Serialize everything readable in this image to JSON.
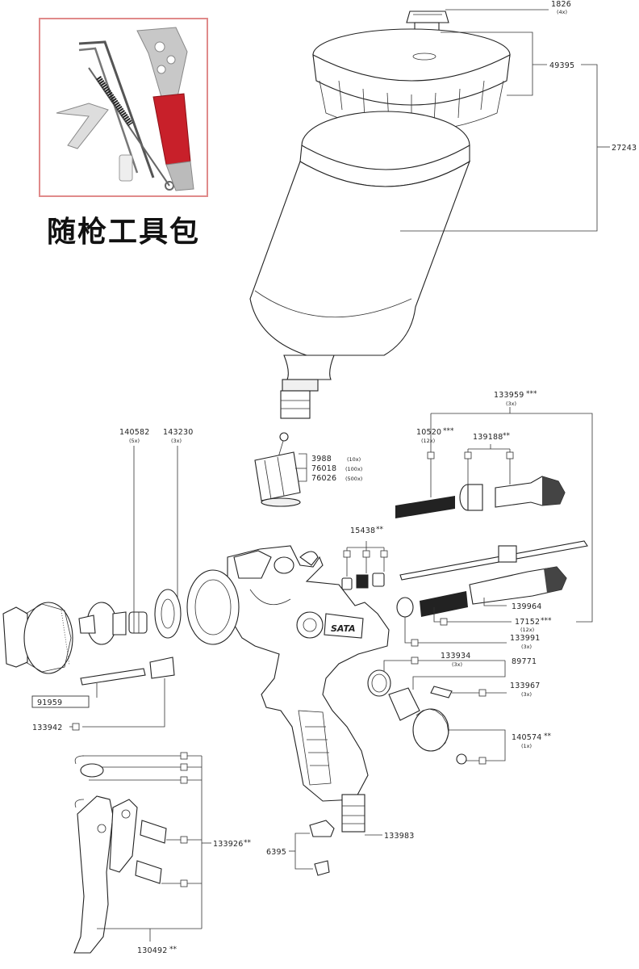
{
  "toolkit": {
    "label": "随枪工具包"
  },
  "parts": {
    "p1826": {
      "num": "1826",
      "qty": "(4x)"
    },
    "p49395": {
      "num": "49395"
    },
    "p27243": {
      "num": "27243"
    },
    "p133959": {
      "num": "133959",
      "stars": "***",
      "qty": "(3x)"
    },
    "p10520": {
      "num": "10520",
      "stars": "***",
      "qty": "(12x)"
    },
    "p139188": {
      "num": "139188",
      "stars": "**"
    },
    "p140582": {
      "num": "140582",
      "qty": "(5x)"
    },
    "p143230": {
      "num": "143230",
      "qty": "(3x)"
    },
    "p3988": {
      "num": "3988",
      "qty": "(10x)"
    },
    "p76018": {
      "num": "76018",
      "qty": "(100x)"
    },
    "p76026": {
      "num": "76026",
      "qty": "(500x)"
    },
    "p15438": {
      "num": "15438",
      "stars": "**"
    },
    "p139964": {
      "num": "139964"
    },
    "p17152": {
      "num": "17152",
      "stars": "***",
      "qty": "(12x)"
    },
    "p133991": {
      "num": "133991",
      "qty": "(3x)"
    },
    "p133934": {
      "num": "133934",
      "qty": "(3x)"
    },
    "p89771": {
      "num": "89771"
    },
    "p133967": {
      "num": "133967",
      "qty": "(3x)"
    },
    "p140574": {
      "num": "140574",
      "stars": "**",
      "qty": "(1x)"
    },
    "p91959": {
      "num": "91959"
    },
    "p133942": {
      "num": "133942"
    },
    "p133926": {
      "num": "133926",
      "stars": "**"
    },
    "p133983": {
      "num": "133983"
    },
    "p6395": {
      "num": "6395"
    },
    "p130492": {
      "num": "130492",
      "stars": "**"
    }
  },
  "brand": {
    "logo": "SATA"
  }
}
